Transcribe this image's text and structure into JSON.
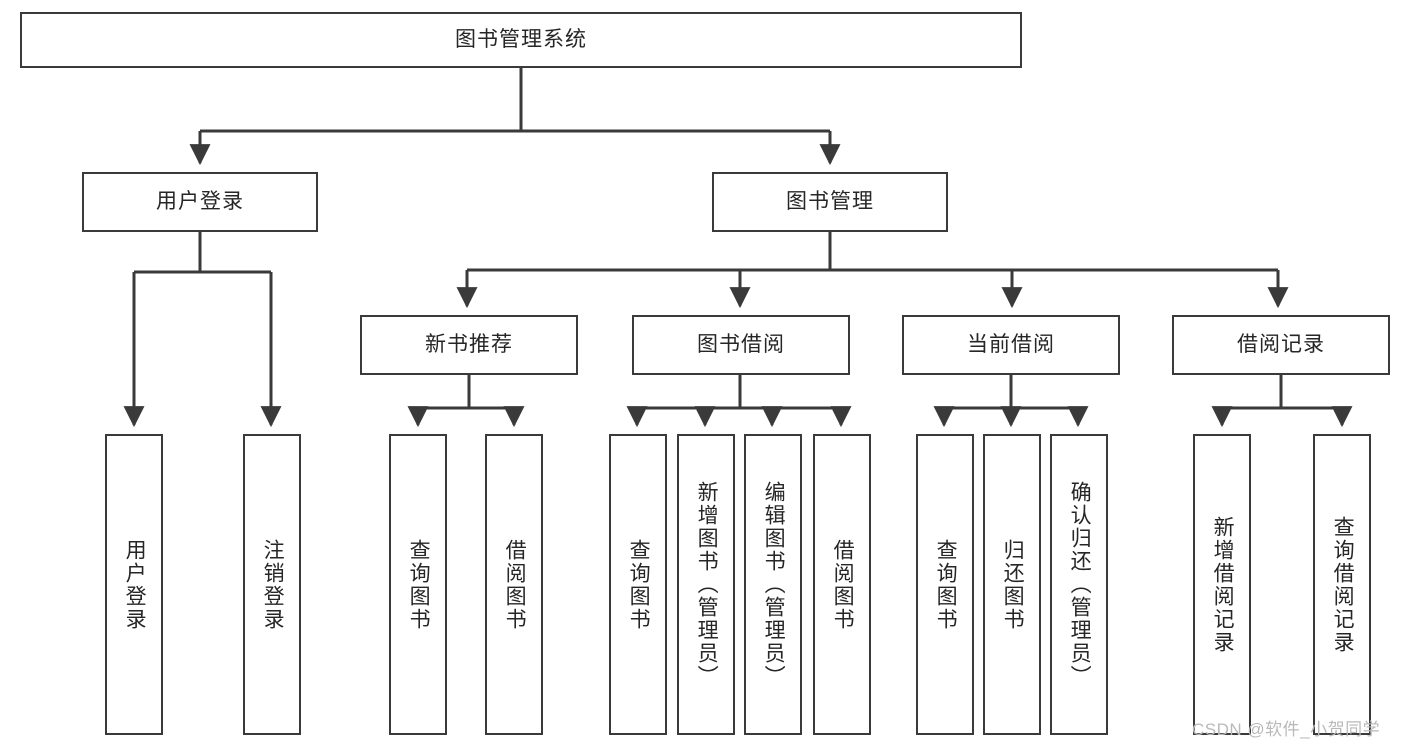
{
  "diagram": {
    "title_node": {
      "label": "图书管理系统"
    },
    "level1": [
      {
        "id": "user-login",
        "label": "用户登录"
      },
      {
        "id": "book-manage",
        "label": "图书管理"
      }
    ],
    "level2": [
      {
        "id": "new-book-recommend",
        "label": "新书推荐"
      },
      {
        "id": "book-borrow",
        "label": "图书借阅"
      },
      {
        "id": "current-borrow",
        "label": "当前借阅"
      },
      {
        "id": "borrow-record",
        "label": "借阅记录"
      }
    ],
    "leaves": [
      {
        "id": "leaf-user-login",
        "label": "用户登录",
        "parent": "user-login"
      },
      {
        "id": "leaf-logout-login",
        "label": "注销登录",
        "parent": "user-login"
      },
      {
        "id": "leaf-query-book-1",
        "label": "查询图书",
        "parent": "new-book-recommend"
      },
      {
        "id": "leaf-borrow-book-1",
        "label": "借阅图书",
        "parent": "new-book-recommend"
      },
      {
        "id": "leaf-query-book-2",
        "label": "查询图书",
        "parent": "book-borrow"
      },
      {
        "id": "leaf-add-book-admin",
        "label": "新增图书（管理员）",
        "parent": "book-borrow"
      },
      {
        "id": "leaf-edit-book-admin",
        "label": "编辑图书（管理员）",
        "parent": "book-borrow"
      },
      {
        "id": "leaf-borrow-book-2",
        "label": "借阅图书",
        "parent": "book-borrow"
      },
      {
        "id": "leaf-query-book-3",
        "label": "查询图书",
        "parent": "current-borrow"
      },
      {
        "id": "leaf-return-book",
        "label": "归还图书",
        "parent": "current-borrow"
      },
      {
        "id": "leaf-confirm-return-admin",
        "label": "确认归还（管理员）",
        "parent": "current-borrow"
      },
      {
        "id": "leaf-add-borrow-record",
        "label": "新增借阅记录",
        "parent": "borrow-record"
      },
      {
        "id": "leaf-query-borrow-record",
        "label": "查询借阅记录",
        "parent": "borrow-record"
      }
    ],
    "watermark": "CSDN @软件_小贺同学",
    "colors": {
      "border": "#3a3a3a",
      "text": "#262626",
      "background": "#ffffff",
      "watermark": "#b9b9b9"
    }
  }
}
